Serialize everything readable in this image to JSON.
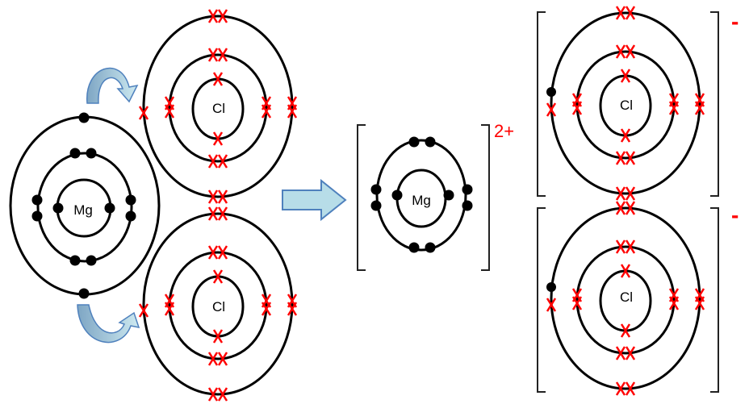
{
  "atoms": {
    "magnesium_symbol": "Mg",
    "chlorine_symbol": "Cl"
  },
  "ions": {
    "magnesium_charge": "2+",
    "chloride_charge": "-"
  },
  "colors": {
    "shell": "#000000",
    "magnesium_electron": "#000000",
    "chlorine_electron": "#ff0000",
    "charge_text": "#ff0000",
    "arrow_fill": "#b7dde8",
    "arrow_stroke": "#4f81bd"
  }
}
